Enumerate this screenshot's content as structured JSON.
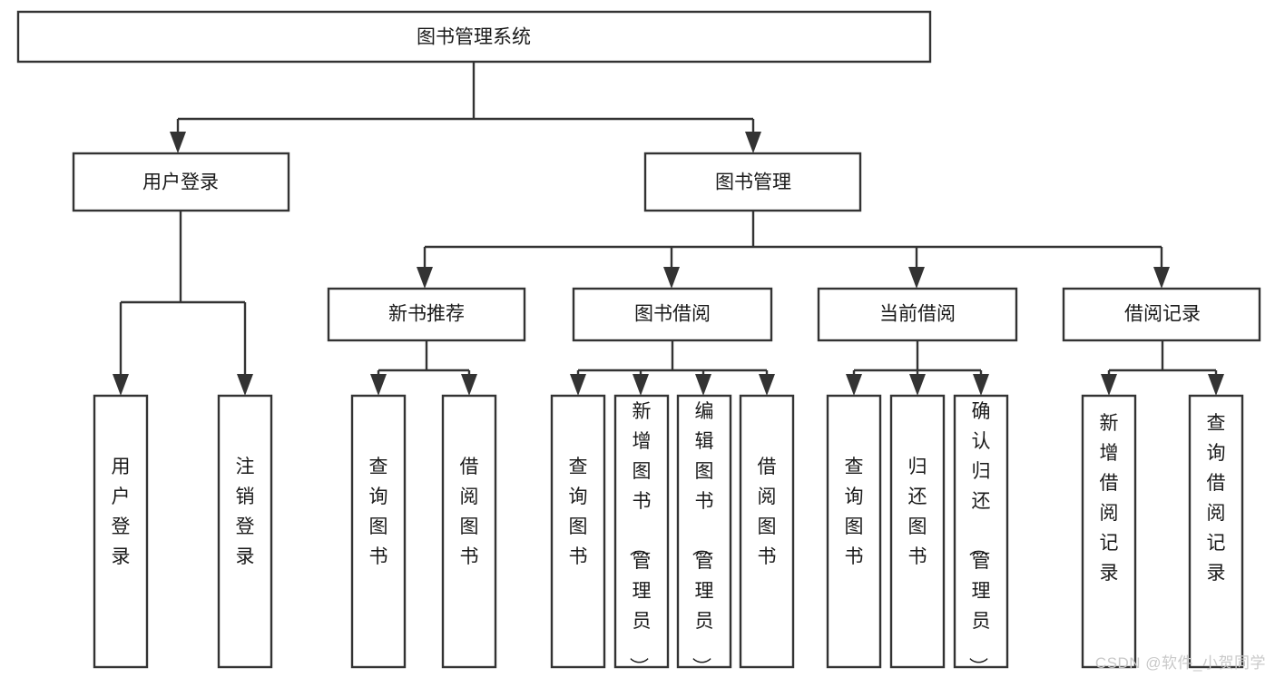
{
  "diagram": {
    "title": "图书管理系统",
    "type": "tree",
    "watermark": "CSDN @软件_小贺同学",
    "root": {
      "id": "root",
      "label": "图书管理系统"
    },
    "level1": [
      {
        "id": "user-login",
        "label": "用户登录"
      },
      {
        "id": "book-manage",
        "label": "图书管理"
      }
    ],
    "level2": [
      {
        "id": "new-book-recommend",
        "label": "新书推荐",
        "parent": "book-manage"
      },
      {
        "id": "book-borrow",
        "label": "图书借阅",
        "parent": "book-manage"
      },
      {
        "id": "current-borrow",
        "label": "当前借阅",
        "parent": "book-manage"
      },
      {
        "id": "borrow-record",
        "label": "借阅记录",
        "parent": "book-manage"
      }
    ],
    "leaves": {
      "user-login": [
        {
          "id": "leaf-user-login",
          "label": "用户登录"
        },
        {
          "id": "leaf-user-logout",
          "label": "注销登录"
        }
      ],
      "new-book-recommend": [
        {
          "id": "leaf-query-book-1",
          "label": "查询图书"
        },
        {
          "id": "leaf-borrow-book-1",
          "label": "借阅图书"
        }
      ],
      "book-borrow": [
        {
          "id": "leaf-query-book-2",
          "label": "查询图书"
        },
        {
          "id": "leaf-add-book",
          "label": "新增图书（管理员）"
        },
        {
          "id": "leaf-edit-book",
          "label": "编辑图书（管理员）"
        },
        {
          "id": "leaf-borrow-book-2",
          "label": "借阅图书"
        }
      ],
      "current-borrow": [
        {
          "id": "leaf-query-book-3",
          "label": "查询图书"
        },
        {
          "id": "leaf-return-book",
          "label": "归还图书"
        },
        {
          "id": "leaf-confirm-return",
          "label": "确认归还（管理员）"
        }
      ],
      "borrow-record": [
        {
          "id": "leaf-add-record",
          "label": "新增借阅记录"
        },
        {
          "id": "leaf-query-record",
          "label": "查询借阅记录"
        }
      ]
    },
    "colors": {
      "stroke": "#333333",
      "fill": "#ffffff",
      "text": "#1a1a1a",
      "watermark": "#c9c9c9"
    }
  }
}
